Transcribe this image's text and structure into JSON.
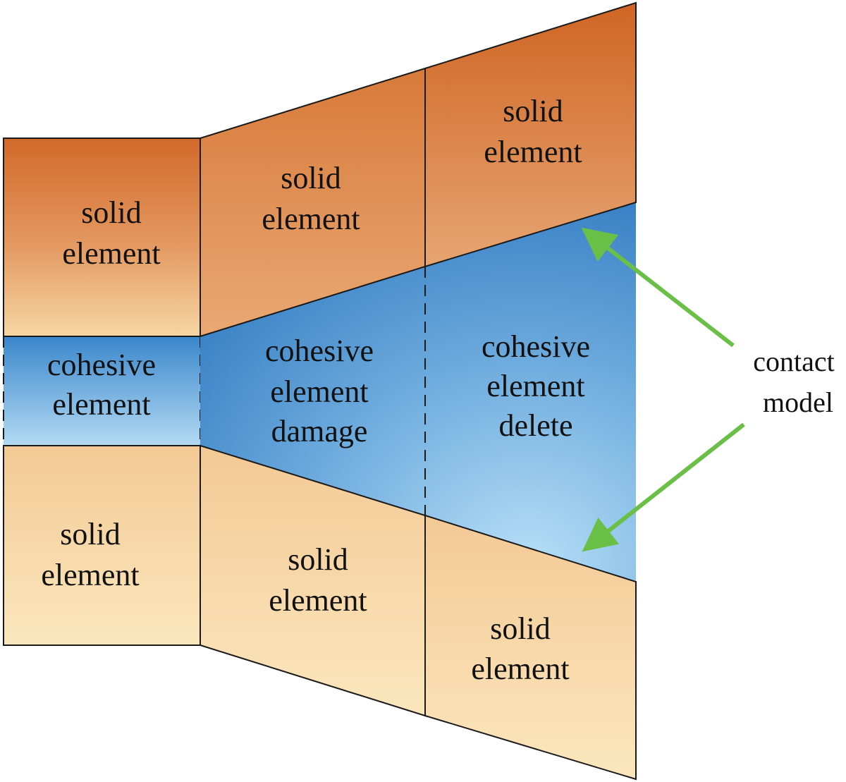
{
  "diagram": {
    "cells": {
      "left_top": {
        "line1": "solid",
        "line2": "element"
      },
      "left_mid": {
        "line1": "cohesive",
        "line2": "element"
      },
      "left_bottom": {
        "line1": "solid",
        "line2": "element"
      },
      "center_top": {
        "line1": "solid",
        "line2": "element"
      },
      "center_mid": {
        "line1": "cohesive",
        "line2": "element",
        "line3": "damage"
      },
      "center_bottom": {
        "line1": "solid",
        "line2": "element"
      },
      "right_top": {
        "line1": "solid",
        "line2": "element"
      },
      "right_mid": {
        "line1": "cohesive",
        "line2": "element",
        "line3": "delete"
      },
      "right_bottom": {
        "line1": "solid",
        "line2": "element"
      }
    },
    "annotation": {
      "line1": "contact",
      "line2": "model"
    },
    "colors": {
      "solid_dark": "#d2692a",
      "solid_light": "#f8ddb0",
      "cohesive_dark": "#2f7bc2",
      "cohesive_light": "#aed7f2",
      "arrow": "#6abf46",
      "edge": "#1a1a1a"
    }
  }
}
